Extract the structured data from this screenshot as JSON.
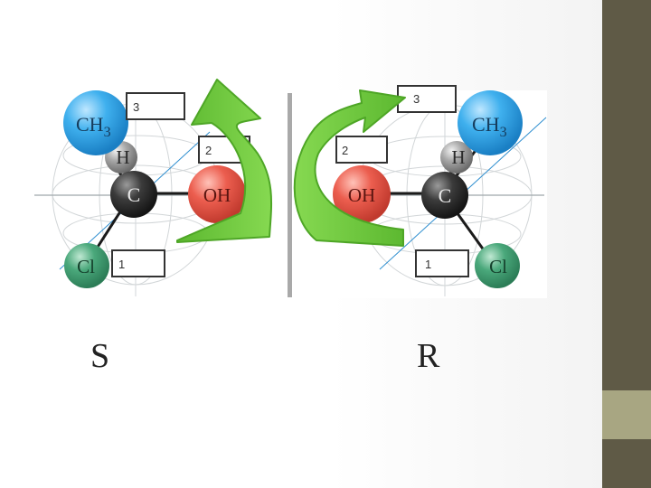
{
  "left_molecule": {
    "atoms": {
      "methyl": "CH",
      "methyl_sub": "3",
      "hydrogen": "H",
      "carbon": "C",
      "hydroxyl": "OH",
      "chlorine": "Cl"
    },
    "priorities": {
      "p3": "3",
      "p2": "2",
      "p1": "1"
    },
    "configuration": "S"
  },
  "right_molecule": {
    "atoms": {
      "methyl": "CH",
      "methyl_sub": "3",
      "hydrogen": "H",
      "carbon": "C",
      "hydroxyl": "OH",
      "chlorine": "Cl"
    },
    "priorities": {
      "p3": "3",
      "p2": "2",
      "p1": "1"
    },
    "configuration": "R"
  },
  "colors": {
    "methyl": "#2ea3e8",
    "hydroxyl": "#e5574a",
    "chlorine": "#3f9f72",
    "carbon": "#3a3a3a",
    "hydrogen": "#8a8a8a",
    "arrow": "#6fc93e",
    "sidebar": "#5f5a46",
    "sidebar_accent": "#a8a682"
  }
}
